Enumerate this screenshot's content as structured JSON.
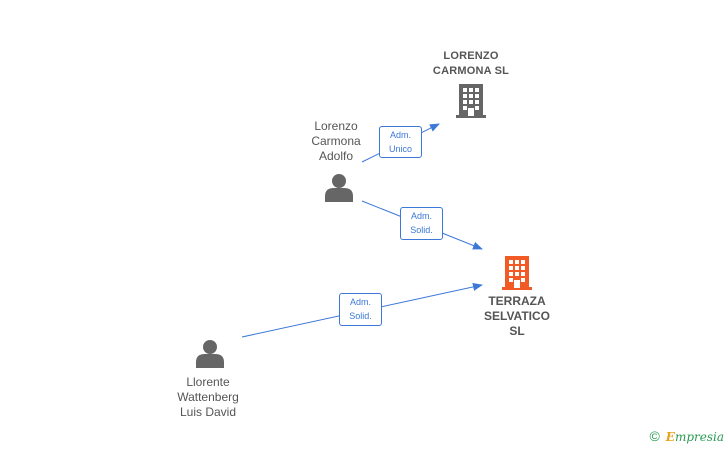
{
  "nodes": {
    "lorenzo_carmona_sl": {
      "label": "LORENZO\nCARMONA SL",
      "type": "company",
      "icon": "building-icon",
      "color": "#666666"
    },
    "lorenzo_carmona_adolfo": {
      "label": "Lorenzo\nCarmona\nAdolfo",
      "type": "person",
      "icon": "person-icon",
      "color": "#666666"
    },
    "terraza_selvatico_sl": {
      "label": "TERRAZA\nSELVATICO\nSL",
      "type": "company",
      "icon": "building-icon",
      "color": "#f15a24"
    },
    "llorente_wattenberg": {
      "label": "Llorente\nWattenberg\nLuis David",
      "type": "person",
      "icon": "person-icon",
      "color": "#666666"
    }
  },
  "edges": [
    {
      "from": "Lorenzo Carmona Adolfo",
      "to": "LORENZO CARMONA SL",
      "label": "Adm.\nUnico"
    },
    {
      "from": "Lorenzo Carmona Adolfo",
      "to": "TERRAZA SELVATICO SL",
      "label": "Adm.\nSolid."
    },
    {
      "from": "Llorente Wattenberg Luis David",
      "to": "TERRAZA SELVATICO SL",
      "label": "Adm.\nSolid."
    }
  ],
  "colors": {
    "edge": "#3b78d8",
    "node_gray": "#666666",
    "focus": "#f15a24"
  },
  "brand": {
    "copyright": "©",
    "initial": "E",
    "name": "mpresia"
  }
}
